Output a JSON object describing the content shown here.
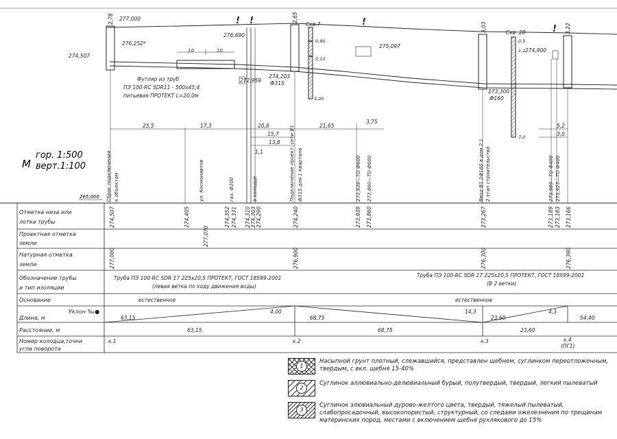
{
  "scale": {
    "m": "М",
    "hor": "гор. 1:500",
    "vert": "верт.1:100"
  },
  "top_marks": {
    "e277000": "277,000",
    "e276252": "276,252*",
    "e274507": "274,507",
    "e276690": "276,690",
    "e274203": "274,203",
    "d315": "Ф315",
    "e272959": "272,959",
    "e275097": "275,097",
    "e274900": "274,900",
    "e273300": "273,300",
    "d160": "Ф160",
    "skv7": "Скв.7",
    "skv20": "Скв. 20",
    "s090": "0,90",
    "s210": "2,10",
    "s500": "5,00",
    "s05": "0,5",
    "s12": "1,2",
    "s70": "7,0",
    "t278": "2,78",
    "t265": "2,65",
    "t303": "3,03",
    "t322": "3,22",
    "d10a": "10",
    "d10b": "10",
    "excl": "!"
  },
  "dims": {
    "d255": "25,5",
    "d173": "17,3",
    "d208": "20,8",
    "d1265": "21,65",
    "d375": "3,75",
    "d157": "15,7",
    "d138": "13,8",
    "d11": "1,1",
    "d52": "5,2",
    "d30": "3,0"
  },
  "sleeve": {
    "l1": "Футляр из труб",
    "l2": "ПЭ 100-RC SDR11 - 500х45,4",
    "l3": "питьевая ПРОТЕКТ L=20,0м"
  },
  "vlabels": {
    "v1": "Сброс подключения",
    "v2": "к объектам",
    "v3": "ул. Космонавтов",
    "v4": "газ. Ф200",
    "v5": "в колодце",
    "v6": "Подключение проект. сети В1",
    "v7": "Ф315 для 1 квартала",
    "v8": "273,939—ТО Ф600",
    "v9": "273,860—ТО Ф600",
    "v10": "Ввод В1 2Ф160 в дом 2.1",
    "v11": "2 этап строительства",
    "v12": "273,989—ТО Ф400",
    "v13": "273,925—ТО Ф400"
  },
  "datum": "265,000",
  "rows": {
    "bottom": "Отметка низа или лотка трубы",
    "design": "Проектная отметка земли",
    "natural": "Натурная отметка земли",
    "pipe": "Обозначение трубы и тип изоляции",
    "base": "Основание",
    "slope": "Уклон ‰●",
    "length": "Длина, м",
    "distance": "Расстояние, м",
    "well": "Номер колодца,точки угла поворота"
  },
  "bottom_values": [
    "274,507",
    "274,405",
    "274,352",
    "274,331",
    "274,310",
    "274,303",
    "274,290",
    "274,240",
    "273,939",
    "273,860",
    "273,267",
    "273,189",
    "273,183",
    "273,166"
  ],
  "design_values": [
    "277,070"
  ],
  "natural_values": [
    "277,000",
    "276,900",
    "276,300",
    "276,390"
  ],
  "pipe_desc": {
    "left1": "Труба ПЭ 100-RC SDR 17 225х20,5 ПРОТЕКТ, ГОСТ 18599-2001",
    "left2": "(левая ветка по ходу движения воды)",
    "right1": "Труба ПЭ 100-RC SDR 17 225х20,5 ПРОТЕКТ, ГОСТ 18599-2001",
    "right2": "(В 2 ветки)"
  },
  "base_values": [
    "естественное",
    "естественное"
  ],
  "slopes": [
    "4,00",
    "14,3",
    "4,3"
  ],
  "lengths": [
    "63,15",
    "68,75",
    "23,60",
    "54,40"
  ],
  "distances": [
    "63,15",
    "68,75",
    "23,60"
  ],
  "wells": [
    "к.1",
    "к.2",
    "к.3",
    "к.4",
    "(ПГ1)"
  ],
  "legend": [
    {
      "num": "1",
      "text": "Насыпной грунт плотный, слежавшийся, представлен щебнем, суглинком переотложенным, твердым, с вкл. щебня 15-40%"
    },
    {
      "num": "2",
      "text": "Суглинок аллювиально-делювиальный бурый, полутвердый, твердый, легкий пылеватый"
    },
    {
      "num": "3",
      "text": "Суглинок элювиальный дурово-желтого цвета, твердый, тяжелый пылеватый, слабопросадочный, высокопористый, структурный, со следами ожелезнения по трещинам материнских пород, местами с включением щебня рухлякового до 15%"
    }
  ],
  "colors": {
    "line": "#1a1a1a",
    "accent": "#2f4fb4"
  }
}
